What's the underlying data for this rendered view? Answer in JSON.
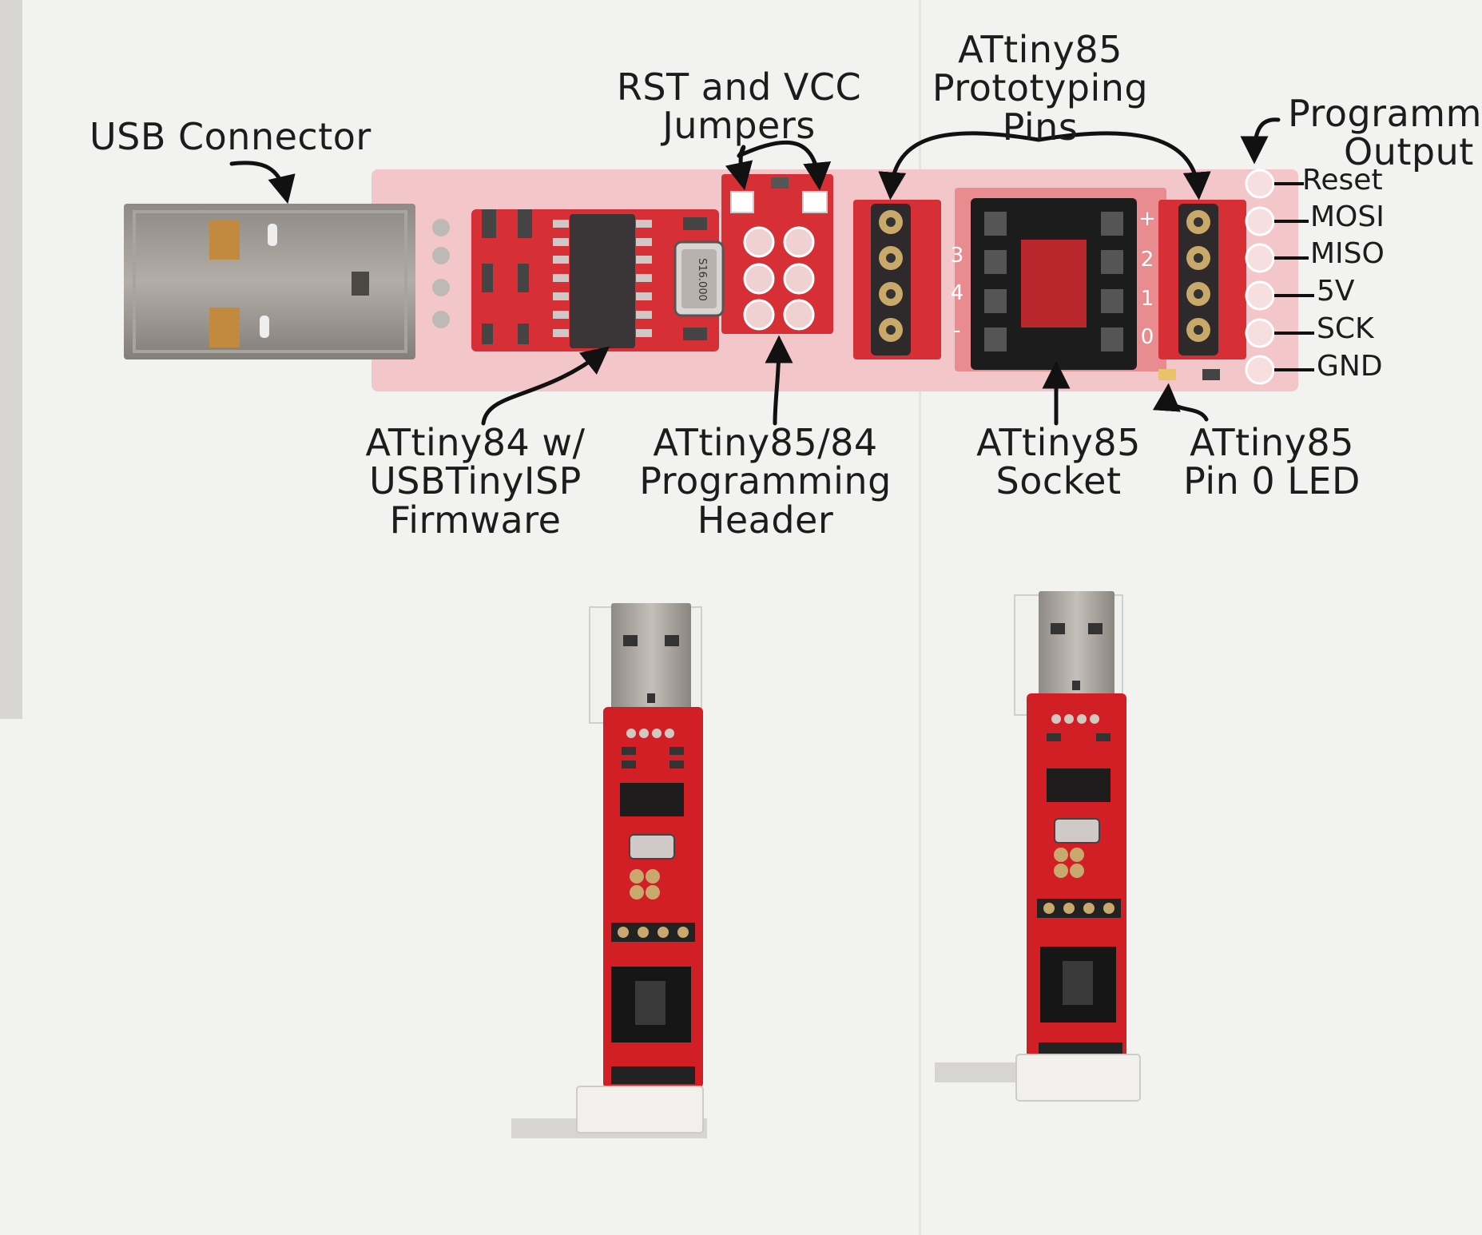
{
  "diagram": {
    "labels": {
      "usb_connector": "USB Connector",
      "jumpers": [
        "RST and VCC",
        "Jumpers"
      ],
      "prototyping_pins": [
        "ATtiny85",
        "Prototyping",
        "Pins"
      ],
      "programmer_output": [
        "Programm",
        "Output"
      ],
      "attiny84": [
        "ATtiny84 w/",
        "USBTinyISP",
        "Firmware"
      ],
      "programming_header": [
        "ATtiny85/84",
        "Programming",
        "Header"
      ],
      "socket": [
        "ATtiny85",
        "Socket"
      ],
      "pin0_led": [
        "ATtiny85",
        "Pin 0 LED"
      ]
    },
    "output_pins": [
      "Reset",
      "MOSI",
      "MISO",
      "5V",
      "SCK",
      "GND"
    ],
    "board_silkscreen": {
      "left_pins": [
        "3",
        "4",
        "-"
      ],
      "right_pins": [
        "+",
        "2",
        "1",
        "0"
      ],
      "crystal": "S16.000"
    }
  },
  "colors": {
    "paper": "#f3f3f1",
    "board_red": "#d42a2e",
    "board_pink": "#f2c4c6",
    "usb_metal": "#9c9690",
    "socket_black": "#1a1a1a",
    "connector_white": "#efefec"
  }
}
